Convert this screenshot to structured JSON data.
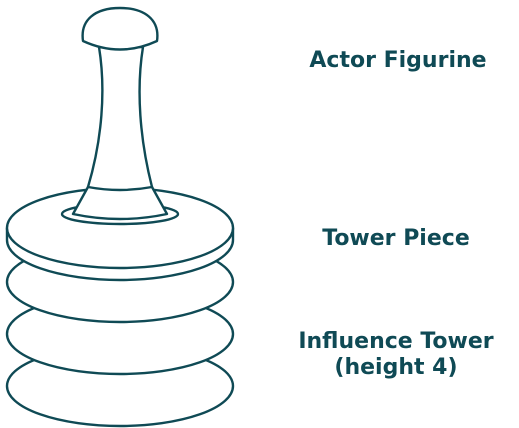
{
  "colors": {
    "ink": "#0f4a55",
    "background": "#ffffff"
  },
  "labels": {
    "actor_figurine": "Actor Figurine",
    "tower_piece": "Tower Piece",
    "influence_tower_line1": "Influence Tower",
    "influence_tower_line2": "(height 4)"
  }
}
